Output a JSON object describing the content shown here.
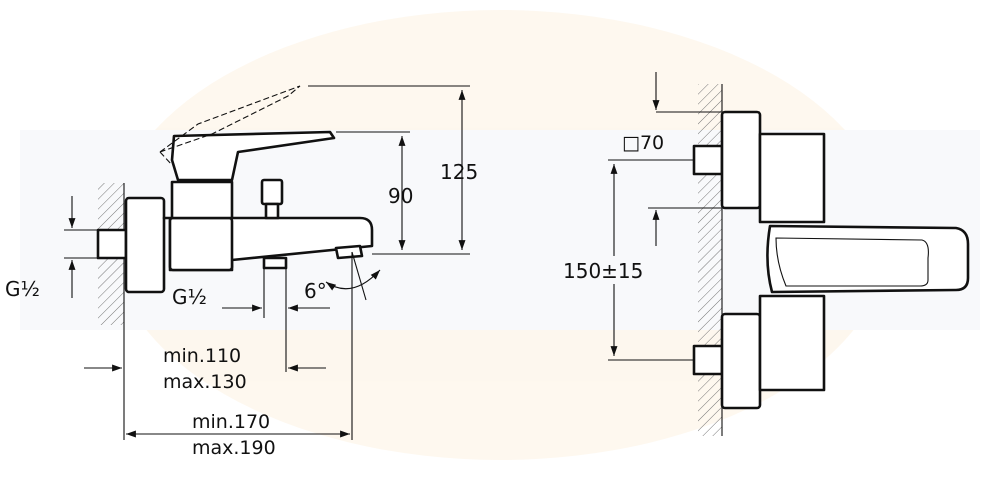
{
  "diagram": {
    "left_view": {
      "labels": {
        "height_125": "125",
        "height_90": "90",
        "thread_inlet": "G½",
        "thread_outlet": "G½",
        "angle": "6°",
        "min_110": "min.110",
        "max_130": "max.130",
        "min_170": "min.170",
        "max_190": "max.190"
      }
    },
    "right_view": {
      "labels": {
        "flange_square": "□70",
        "center_distance": "150±15"
      }
    }
  }
}
